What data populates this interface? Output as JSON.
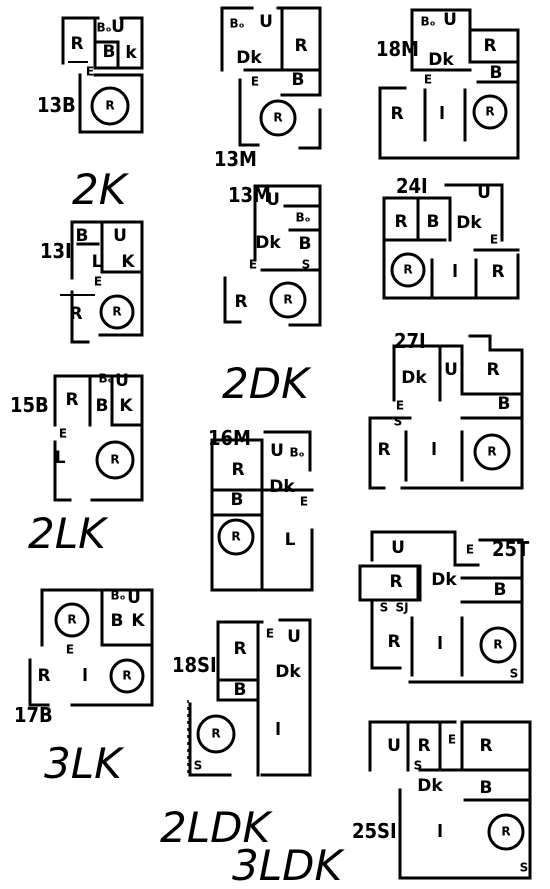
{
  "room_labels": {
    "room": "R",
    "bath": "B",
    "bath_small": "Bₒ",
    "utility": "U",
    "kitchen": "K",
    "kitchen_lower": "k",
    "dining_kitchen": "Dk",
    "living": "L",
    "living_lower": "l",
    "entrance": "E",
    "stair": "S",
    "storage": "SJ",
    "main_room": "R"
  },
  "plans": [
    {
      "code": "13B"
    },
    {
      "code": "13I"
    },
    {
      "code": "15B"
    },
    {
      "code": "17B"
    },
    {
      "code": "13M"
    },
    {
      "code": "13M"
    },
    {
      "code": "16M"
    },
    {
      "code": "18SI"
    },
    {
      "code": "18M"
    },
    {
      "code": "24I"
    },
    {
      "code": "27I"
    },
    {
      "code": "25T"
    },
    {
      "code": "25SI"
    }
  ],
  "types": [
    "2K",
    "2LK",
    "3LK",
    "2DK",
    "2LDK",
    "3LDK"
  ]
}
